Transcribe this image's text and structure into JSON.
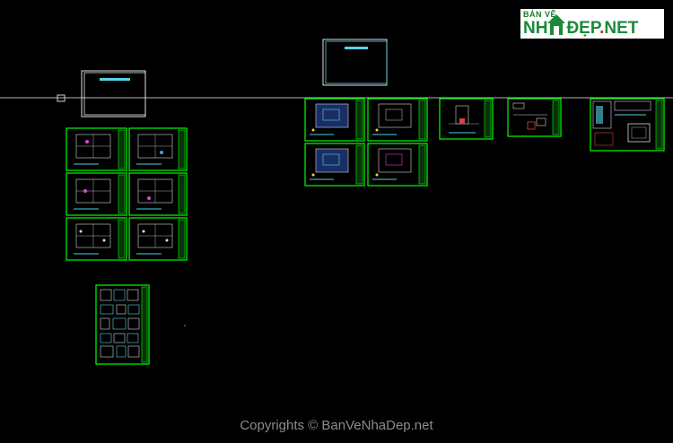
{
  "watermark": {
    "text": "Copyrights © BanVeNhaDep.net"
  },
  "logo": {
    "small": "BẢN VẼ",
    "main_left": "NH",
    "main_right": "ĐẸP",
    "dot": ".",
    "tld": "NET"
  },
  "colors": {
    "background": "#000000",
    "sheet_border": "#00ff00",
    "crosshair": "#c8c8c8",
    "frame": "#e6e6e6",
    "cyan": "#5ad2e6"
  }
}
